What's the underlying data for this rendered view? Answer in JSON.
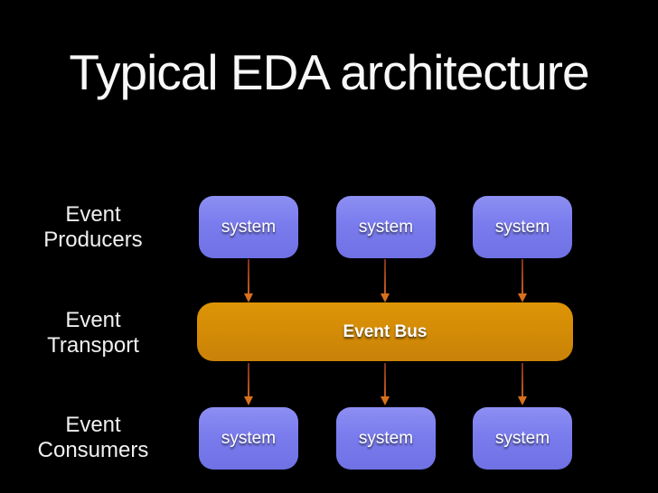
{
  "slide": {
    "title": "Typical EDA architecture"
  },
  "diagram": {
    "row_labels": [
      {
        "id": "producers",
        "text": "Event\nProducers"
      },
      {
        "id": "transport",
        "text": "Event\nTransport"
      },
      {
        "id": "consumers",
        "text": "Event\nConsumers"
      }
    ],
    "producer_systems": [
      "system",
      "system",
      "system"
    ],
    "bus_label": "Event Bus",
    "consumer_systems": [
      "system",
      "system",
      "system"
    ]
  },
  "colors": {
    "background": "#000000",
    "title_text": "#f8f8f8",
    "label_text": "#f0f0f0",
    "system_box": "#7a7cee",
    "event_bus": "#d48b06",
    "arrow_shaft": "#a8491f",
    "arrow_head": "#d9701c",
    "box_text": "#ffffff"
  }
}
